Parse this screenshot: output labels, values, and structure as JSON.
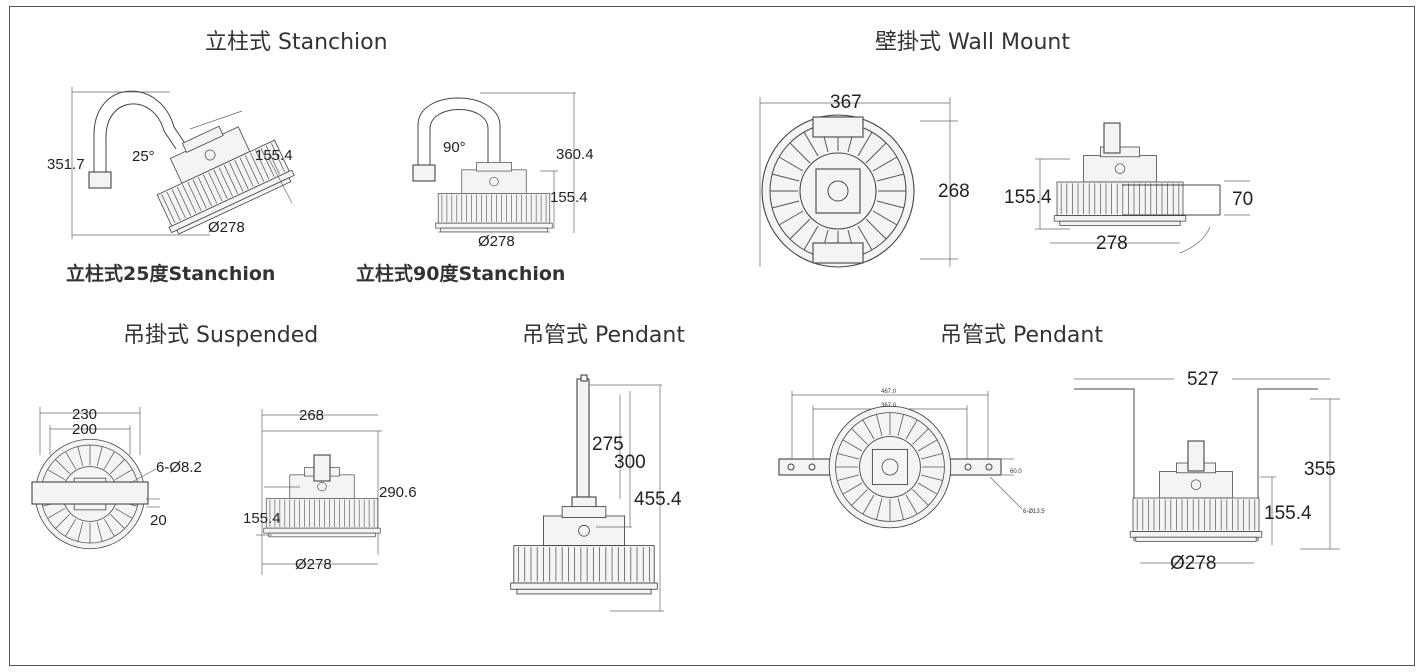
{
  "titles": {
    "stanchion": "立柱式 Stanchion",
    "wall_mount": "壁掛式 Wall Mount",
    "suspended": "吊掛式 Suspended",
    "pendant_1": "吊管式 Pendant",
    "pendant_2": "吊管式 Pendant"
  },
  "captions": {
    "stanchion_25": "立柱式25度Stanchion",
    "stanchion_90": "立柱式90度Stanchion"
  },
  "dimensions": {
    "s25_height": "351.7",
    "s25_angle": "25°",
    "s25_body": "155.4",
    "s25_diameter": "Ø278",
    "s90_angle": "90°",
    "s90_height": "360.4",
    "s90_body": "155.4",
    "s90_diameter": "Ø278",
    "wm_width": "367",
    "wm_height": "268",
    "wm_body": "155.4",
    "wm_offset": "70",
    "wm_diameter": "278",
    "sus_outer": "230",
    "sus_inner": "200",
    "sus_holes": "6-Ø8.2",
    "sus_bracket": "20",
    "sus_width": "268",
    "sus_height": "290.6",
    "sus_body": "155.4",
    "sus_diameter": "Ø278",
    "p1_pipe": "275",
    "p1_mid": "300",
    "p1_total": "455.4",
    "p2_top": "467.0",
    "p2_inner": "367.0",
    "p2_bracket": "60.0",
    "p2_holes": "6-Ø13.5",
    "p2_width": "527",
    "p2_height": "355",
    "p2_body": "155.4",
    "p2_diameter": "Ø278"
  }
}
